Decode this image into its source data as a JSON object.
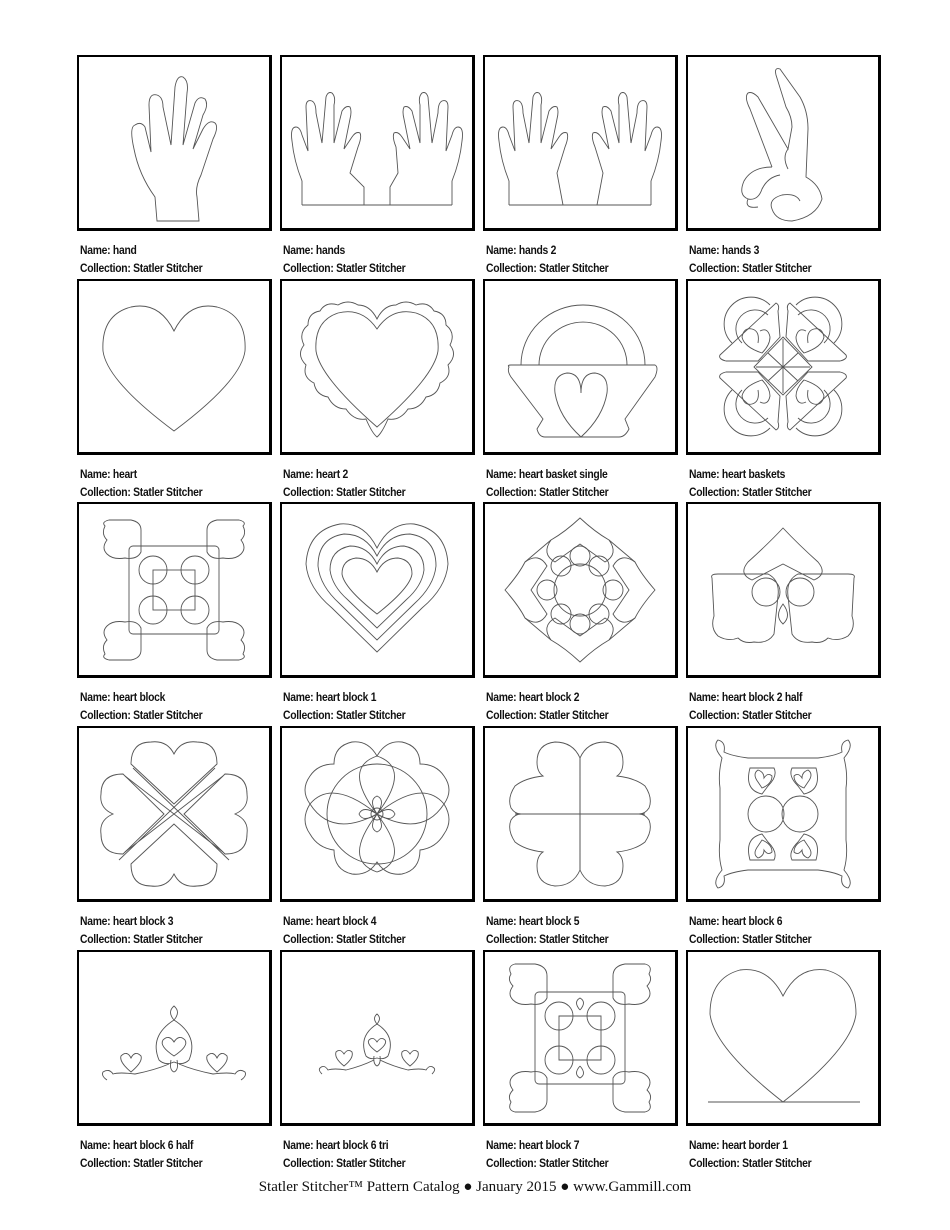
{
  "catalog": {
    "items": [
      {
        "name": "hand",
        "collection": "Statler Stitcher",
        "icon": "hand-icon"
      },
      {
        "name": "hands",
        "collection": "Statler Stitcher",
        "icon": "hands-icon"
      },
      {
        "name": "hands 2",
        "collection": "Statler Stitcher",
        "icon": "hands-2-icon"
      },
      {
        "name": "hands 3",
        "collection": "Statler Stitcher",
        "icon": "praying-hands-icon"
      },
      {
        "name": "heart",
        "collection": "Statler Stitcher",
        "icon": "heart-icon"
      },
      {
        "name": "heart 2",
        "collection": "Statler Stitcher",
        "icon": "scalloped-heart-icon"
      },
      {
        "name": "heart basket single",
        "collection": "Statler Stitcher",
        "icon": "heart-basket-icon"
      },
      {
        "name": "heart baskets",
        "collection": "Statler Stitcher",
        "icon": "heart-baskets-icon"
      },
      {
        "name": "heart block",
        "collection": "Statler Stitcher",
        "icon": "heart-block-icon"
      },
      {
        "name": "heart block 1",
        "collection": "Statler Stitcher",
        "icon": "concentric-hearts-icon"
      },
      {
        "name": "heart block 2",
        "collection": "Statler Stitcher",
        "icon": "heart-block-2-icon"
      },
      {
        "name": "heart block 2 half",
        "collection": "Statler Stitcher",
        "icon": "heart-block-2-half-icon"
      },
      {
        "name": "heart block 3",
        "collection": "Statler Stitcher",
        "icon": "four-hearts-x-icon"
      },
      {
        "name": "heart block 4",
        "collection": "Statler Stitcher",
        "icon": "heart-flower-icon"
      },
      {
        "name": "heart block 5",
        "collection": "Statler Stitcher",
        "icon": "four-hearts-cross-icon"
      },
      {
        "name": "heart block 6",
        "collection": "Statler Stitcher",
        "icon": "heart-block-6-icon"
      },
      {
        "name": "heart block 6 half",
        "collection": "Statler Stitcher",
        "icon": "heart-border-swirl-icon"
      },
      {
        "name": "heart block 6 tri",
        "collection": "Statler Stitcher",
        "icon": "heart-border-swirl-small-icon"
      },
      {
        "name": "heart block 7",
        "collection": "Statler Stitcher",
        "icon": "heart-block-7-icon"
      },
      {
        "name": "heart border 1",
        "collection": "Statler Stitcher",
        "icon": "heart-border-line-icon"
      }
    ],
    "name_label": "Name",
    "collection_label": "Collection"
  },
  "footer": {
    "text": "Statler Stitcher™ Pattern Catalog ● January 2015 ● www.Gammill.com"
  }
}
